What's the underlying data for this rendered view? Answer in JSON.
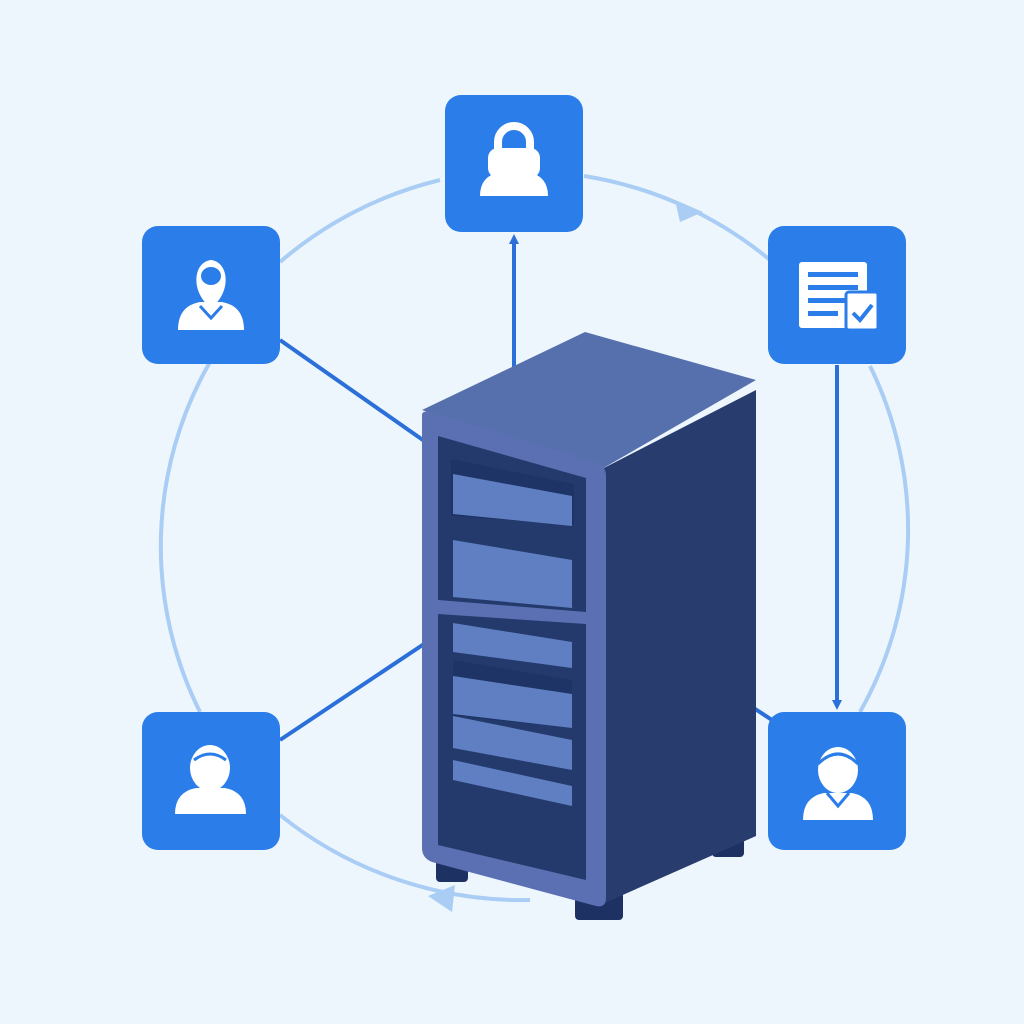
{
  "colors": {
    "background": "#eef6fd",
    "ring": "#a9cdf4",
    "node_fill": "#2b7de9",
    "connector": "#2b6fd9",
    "icon": "#ffffff",
    "server_front": "#5a70b3",
    "server_top": "#5570ad",
    "server_side": "#283d6e",
    "server_slot_dark": "#1f3466",
    "server_slot_light": "#5f7fc2"
  },
  "diagram": {
    "center": {
      "name": "server-rack",
      "icon": "server-icon"
    },
    "nodes": [
      {
        "name": "node-top-lock",
        "icon": "user-lock-icon"
      },
      {
        "name": "node-left-location",
        "icon": "user-location-icon"
      },
      {
        "name": "node-right-document",
        "icon": "document-check-icon"
      },
      {
        "name": "node-bottom-left-user",
        "icon": "user-icon"
      },
      {
        "name": "node-bottom-right-user",
        "icon": "user-headset-icon"
      }
    ],
    "ring_direction": "clockwise"
  }
}
